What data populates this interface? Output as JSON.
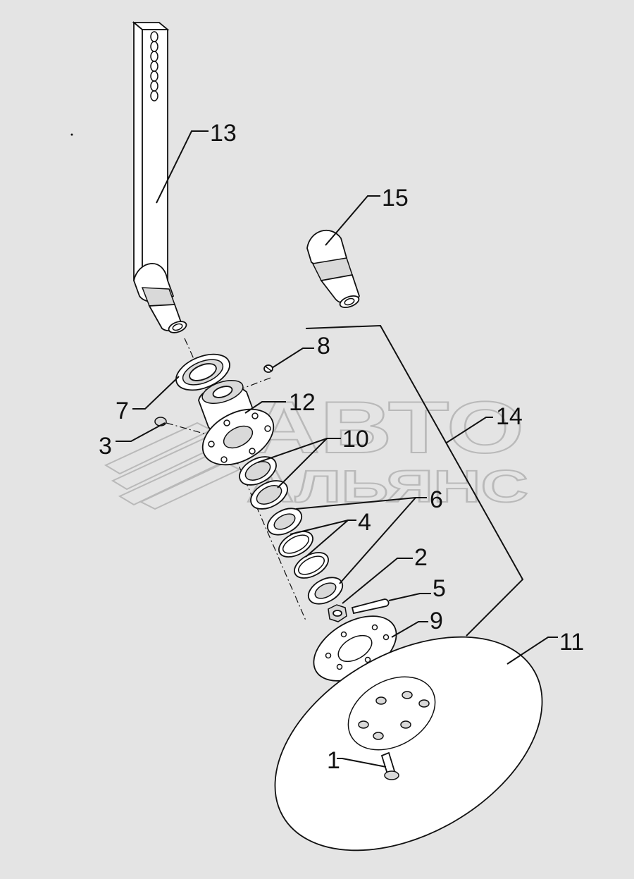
{
  "watermark": {
    "line1": "АВТО",
    "line2": "АЛЬЯНС"
  },
  "callouts": [
    {
      "id": "1",
      "label": "1"
    },
    {
      "id": "2",
      "label": "2"
    },
    {
      "id": "3",
      "label": "3"
    },
    {
      "id": "4",
      "label": "4"
    },
    {
      "id": "5",
      "label": "5"
    },
    {
      "id": "6",
      "label": "6"
    },
    {
      "id": "7",
      "label": "7"
    },
    {
      "id": "8",
      "label": "8"
    },
    {
      "id": "9",
      "label": "9"
    },
    {
      "id": "10",
      "label": "10"
    },
    {
      "id": "11",
      "label": "11"
    },
    {
      "id": "12",
      "label": "12"
    },
    {
      "id": "13",
      "label": "13"
    },
    {
      "id": "14",
      "label": "14"
    },
    {
      "id": "15",
      "label": "15"
    }
  ],
  "colors": {
    "background": "#e4e4e4",
    "line": "#111111",
    "watermark": "#b9b9b9"
  }
}
